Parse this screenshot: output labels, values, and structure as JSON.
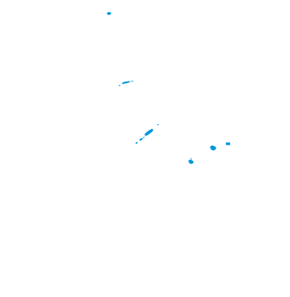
{
  "map": {
    "background_color": "#ffffff",
    "land_color": "#0099dd",
    "features": [
      {
        "id": "island-a"
      },
      {
        "id": "island-group-b"
      },
      {
        "id": "island-chain-c"
      },
      {
        "id": "islet-d"
      },
      {
        "id": "island-e"
      },
      {
        "id": "islet-f"
      },
      {
        "id": "island-g"
      }
    ]
  }
}
